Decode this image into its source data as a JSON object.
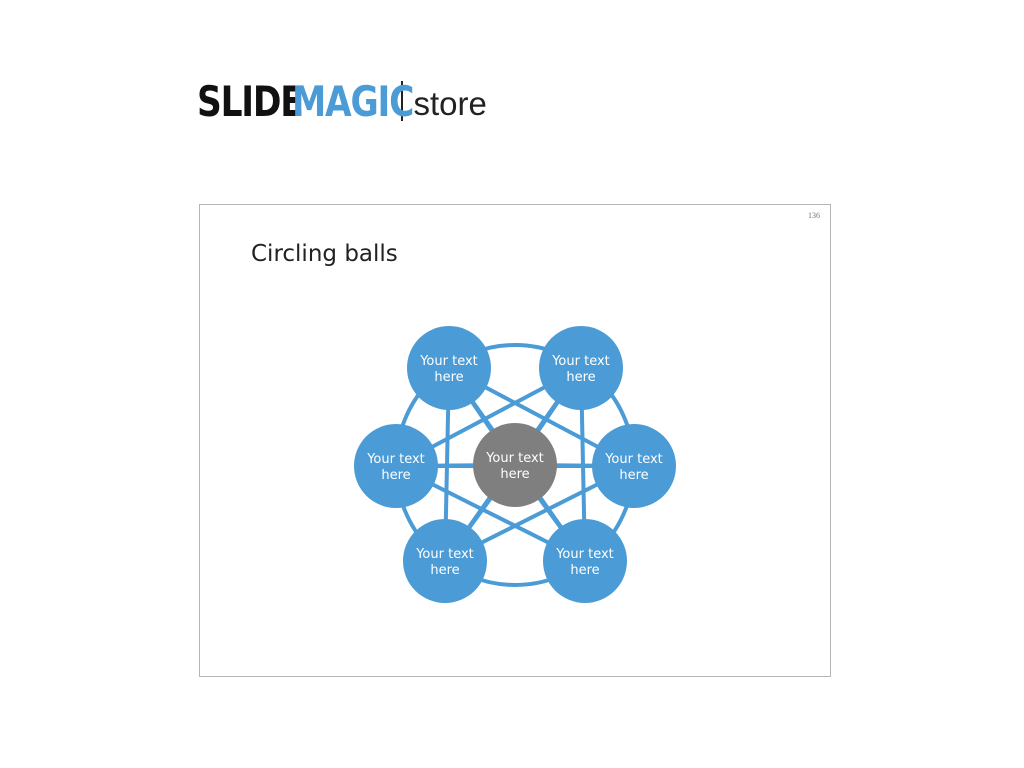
{
  "brand": {
    "slide": "SLIDE",
    "magic": "MAGIC",
    "store": "store",
    "colors": {
      "dark": "#111111",
      "blue": "#4a9bd6"
    }
  },
  "slide": {
    "number": "136",
    "title": "Circling balls"
  },
  "diagram": {
    "center": {
      "line1": "Your text",
      "line2": "here",
      "color": "#7f7f7f"
    },
    "nodes": [
      {
        "id": "top-left",
        "line1": "Your text",
        "line2": "here"
      },
      {
        "id": "top-right",
        "line1": "Your text",
        "line2": "here"
      },
      {
        "id": "right",
        "line1": "Your text",
        "line2": "here"
      },
      {
        "id": "bottom-right",
        "line1": "Your text",
        "line2": "here"
      },
      {
        "id": "bottom-left",
        "line1": "Your text",
        "line2": "here"
      },
      {
        "id": "left",
        "line1": "Your text",
        "line2": "here"
      }
    ],
    "node_color": "#4a9bd6",
    "line_color": "#4a9bd6"
  }
}
